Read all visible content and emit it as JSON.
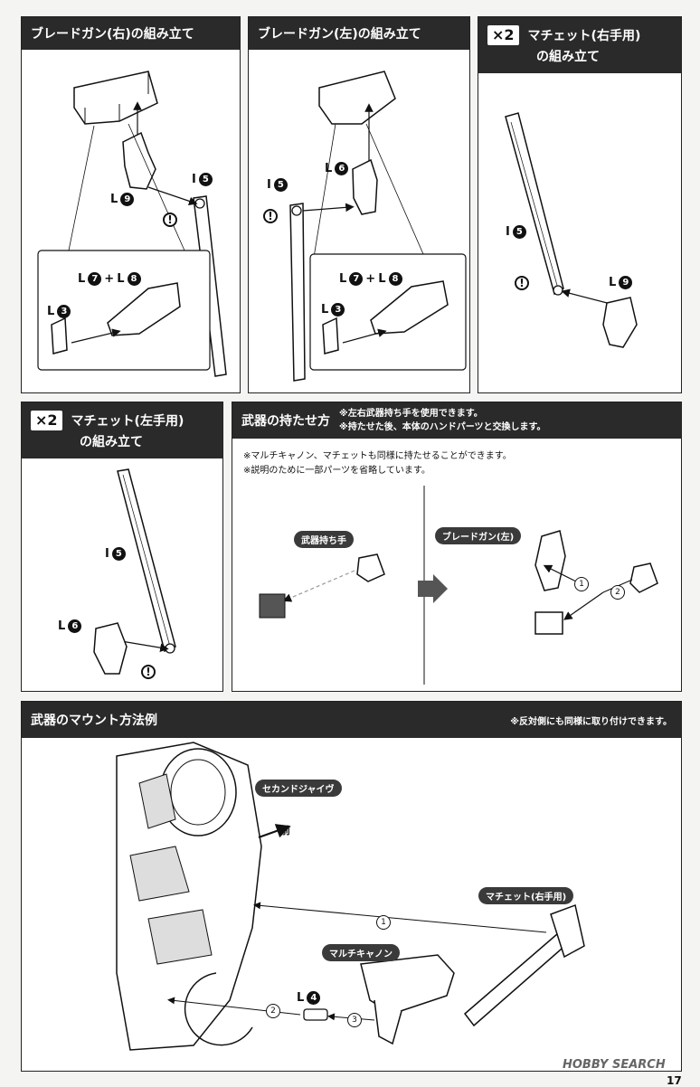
{
  "panel_blade_r": {
    "title": "ブレードガン(右)の組み立て",
    "l9": "L",
    "n9": "9",
    "i5": "I",
    "n5": "5",
    "combo_l7": "L",
    "n7": "7",
    "plus": "+",
    "combo_l8": "L",
    "n8": "8",
    "l3": "L",
    "n3": "3",
    "warn": "!"
  },
  "panel_blade_l": {
    "title": "ブレードガン(左)の組み立て",
    "l6": "L",
    "n6": "6",
    "i5": "I",
    "n5": "5",
    "combo_l7": "L",
    "n7": "7",
    "plus": "+",
    "combo_l8": "L",
    "n8": "8",
    "l3": "L",
    "n3": "3",
    "warn": "!"
  },
  "panel_machete_r": {
    "x2": "×2",
    "title1": "マチェット(右手用)",
    "title2": "の組み立て",
    "i5": "I",
    "n5": "5",
    "l9": "L",
    "n9": "9",
    "warn": "!"
  },
  "panel_machete_l": {
    "x2": "×2",
    "title1": "マチェット(左手用)",
    "title2": "の組み立て",
    "i5": "I",
    "n5": "5",
    "l6": "L",
    "n6": "6",
    "warn": "!"
  },
  "panel_hold": {
    "title": "武器の持たせ方",
    "sub1": "※左右武器持ち手を使用できます。",
    "sub2": "※持たせた後、本体のハンドパーツと交換します。",
    "note1": "※マルチキャノン、マチェットも同様に持たせることができます。",
    "note2": "※説明のために一部パーツを省略しています。",
    "pill_hand": "武器持ち手",
    "pill_blade": "ブレードガン(左)",
    "step1": "1",
    "step2": "2"
  },
  "panel_mount": {
    "title": "武器のマウント方法例",
    "note": "※反対側にも同様に取り付けできます。",
    "pill_second": "セカンドジャイヴ",
    "front": "前",
    "pill_machete": "マチェット(右手用)",
    "pill_cannon": "マルチキャノン",
    "l4": "L",
    "n4": "4",
    "step1": "1",
    "step2": "2",
    "step3": "3"
  },
  "footer": {
    "watermark": "HOBBY SEARCH",
    "page": "17"
  }
}
